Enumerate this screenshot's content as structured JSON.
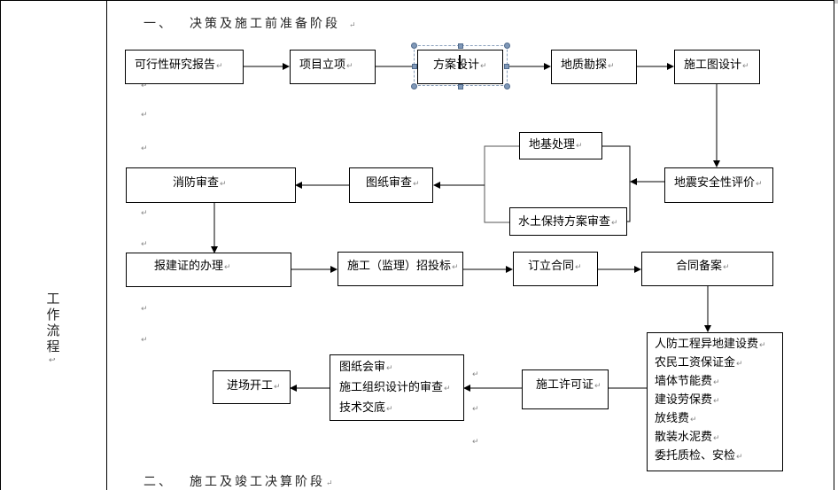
{
  "document": {
    "side_label": [
      "工",
      "作",
      "流",
      "程"
    ],
    "side_label_mark": "↩",
    "section_1": {
      "number": "一、",
      "title": "决策及施工前准备阶段"
    },
    "section_2": {
      "number": "二、",
      "title": "施工及竣工决算阶段"
    },
    "paragraph_mark": "↵"
  },
  "flowchart": {
    "row1": [
      {
        "id": "feasibility-report",
        "label": "可行性研究报告"
      },
      {
        "id": "project-approval",
        "label": "项目立项"
      },
      {
        "id": "scheme-design",
        "label": "方案设计",
        "selected": true
      },
      {
        "id": "geological-survey",
        "label": "地质勘探"
      },
      {
        "id": "construction-drawing-design",
        "label": "施工图设计"
      }
    ],
    "branch": [
      {
        "id": "foundation-treatment",
        "label": "地基处理"
      },
      {
        "id": "soil-water-conservation-review",
        "label": "水土保持方案审查"
      }
    ],
    "row2": [
      {
        "id": "fire-review",
        "label": "消防审查"
      },
      {
        "id": "drawing-review",
        "label": "图纸审查"
      },
      {
        "id": "seismic-safety-evaluation",
        "label": "地震安全性评价"
      }
    ],
    "row3": [
      {
        "id": "building-permit-processing",
        "label": "报建证的办理"
      },
      {
        "id": "construction-supervision-bidding",
        "label": "施工（监理）招投标"
      },
      {
        "id": "sign-contract",
        "label": "订立合同"
      },
      {
        "id": "contract-filing",
        "label": "合同备案"
      }
    ],
    "fees": {
      "id": "fees-list",
      "items": [
        "人防工程异地建设费",
        "农民工资保证金",
        "墙体节能费",
        "建设劳保费",
        "放线费",
        "散装水泥费",
        "委托质检、安检"
      ]
    },
    "row4": [
      {
        "id": "start-construction",
        "label": "进场开工"
      },
      {
        "id": "pre-construction-reviews",
        "lines": [
          "图纸会审",
          "施工组织设计的审查",
          "技术交底"
        ]
      },
      {
        "id": "construction-permit",
        "label": "施工许可证"
      }
    ]
  }
}
